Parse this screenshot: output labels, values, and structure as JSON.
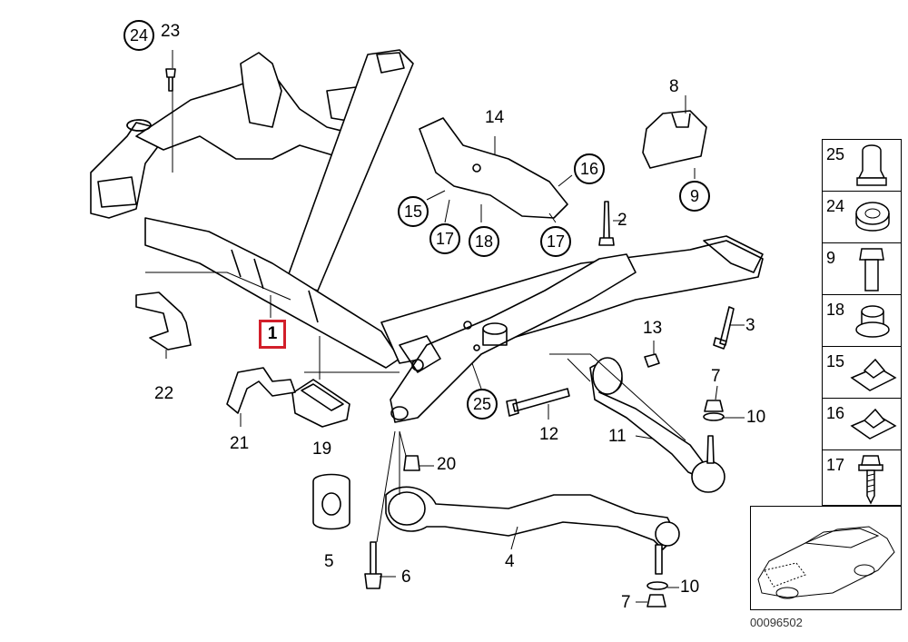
{
  "diagram": {
    "highlighted_part": "1",
    "labels": {
      "p1": "1",
      "p2": "2",
      "p3": "3",
      "p4": "4",
      "p5": "5",
      "p6": "6",
      "p7a": "7",
      "p7b": "7",
      "p8": "8",
      "p9": "9",
      "p10a": "10",
      "p10b": "10",
      "p11": "11",
      "p12": "12",
      "p13": "13",
      "p14": "14",
      "p15": "15",
      "p16": "16",
      "p17a": "17",
      "p17b": "17",
      "p18": "18",
      "p19": "19",
      "p20": "20",
      "p21": "21",
      "p22": "22",
      "p23": "23",
      "p24": "24",
      "p25": "25"
    },
    "side_panel": [
      "25",
      "24",
      "9",
      "18",
      "15",
      "16",
      "17"
    ],
    "footer_code": "00096502",
    "colors": {
      "highlight": "#d21f2a",
      "line": "#000000",
      "background": "#ffffff"
    }
  }
}
